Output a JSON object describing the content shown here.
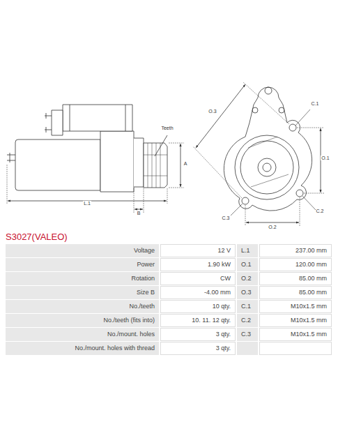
{
  "diagram": {
    "title": "S3027(VALEO)",
    "labels": [
      "Teeth",
      "A",
      "B",
      "L.1",
      "O.3",
      "C.1",
      "O.1",
      "C.2",
      "O.2",
      "C.3",
      "Voltage",
      "12 V",
      "L.1",
      "237.00 mm",
      "Power",
      "1.90 kW",
      "O.1",
      "120.00 mm",
      "Rotation",
      "CW",
      "O.2",
      "85.00 mm",
      "Size B",
      "-4.00 mm",
      "O.3",
      "85.00 mm",
      "No./teeth",
      "10 qty.",
      "C.1",
      "M10x1.5 mm",
      "No./teeth (fits into)",
      "10. 11. 12 qty.",
      "C.2",
      "M10x1.5 mm",
      "No./mount. holes",
      "3 qty.",
      "C.3",
      "M10x1.5 mm",
      "No./mount. holes with thread",
      "3 qty."
    ]
  }
}
